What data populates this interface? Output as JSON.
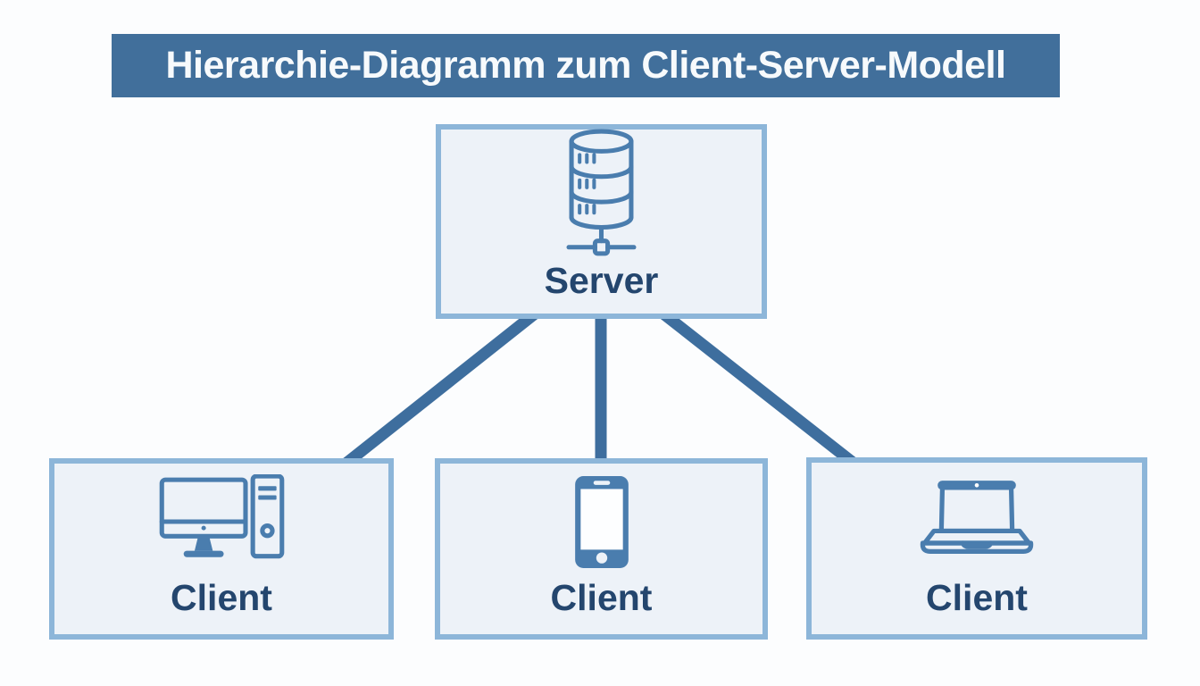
{
  "title": {
    "text": "Hierarchie-Diagramm zum Client-Server-Modell"
  },
  "diagram": {
    "type": "hierarchy",
    "nodes": {
      "server": {
        "label": "Server",
        "icon": "database-server-icon"
      },
      "clients": [
        {
          "label": "Client",
          "icon": "desktop-computer-icon"
        },
        {
          "label": "Client",
          "icon": "smartphone-icon"
        },
        {
          "label": "Client",
          "icon": "laptop-icon"
        }
      ]
    },
    "edges": [
      {
        "from": "server",
        "to": "client-1"
      },
      {
        "from": "server",
        "to": "client-2"
      },
      {
        "from": "server",
        "to": "client-3"
      }
    ]
  },
  "colors": {
    "banner_background": "#416f9b",
    "banner_text": "#f7fafc",
    "node_fill": "#edf2f8",
    "node_border": "#8db6d9",
    "connector_line": "#3e6e9e",
    "icon_blue": "#4a7dae",
    "label_text": "#24466e",
    "page_background": "#fcfdfe"
  }
}
